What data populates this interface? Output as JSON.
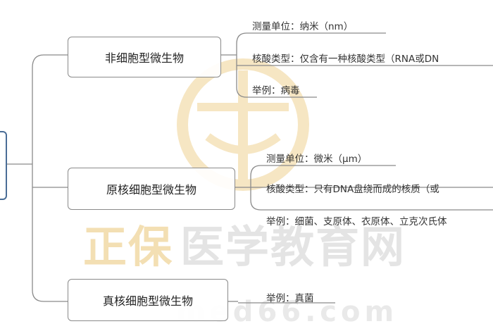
{
  "watermark": {
    "brand_cn": "正保",
    "brand_cn2": "医学教育网",
    "url": "med66.com"
  },
  "tree": {
    "branches": [
      {
        "label": "非细胞型微生物",
        "leaves": [
          "测量单位：纳米（nm）",
          "核酸类型：仅含有一种核酸类型（RNA或DN",
          "举例：病毒"
        ]
      },
      {
        "label": "原核细胞型微生物",
        "leaves": [
          "测量单位：微米（μm）",
          "核酸类型：只有DNA盘绕而成的核质（或",
          "举例：细菌、支原体、衣原体、立克次氏体"
        ]
      },
      {
        "label": "真核细胞型微生物",
        "leaves": [
          "举例：真菌"
        ]
      }
    ]
  },
  "colors": {
    "root_border": "#4a6d96",
    "node_border": "#8a8a8a",
    "line": "#8a8a8a",
    "watermark_orange": "#f3dfb3"
  }
}
